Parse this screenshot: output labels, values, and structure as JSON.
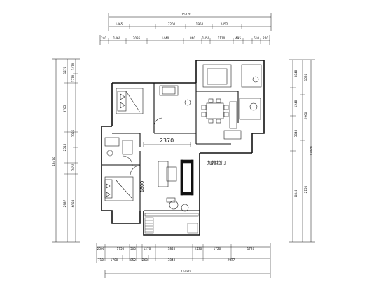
{
  "top_dims": {
    "total": "15470",
    "row1": [
      "1465",
      "3200",
      "1950",
      "2452"
    ],
    "row2": [
      "1460",
      "2035",
      "1440",
      "860",
      "1450",
      "1110",
      "495",
      "610"
    ],
    "left_small": "240",
    "right_small": "240"
  },
  "bottom_dims": {
    "row1": [
      "2500",
      "1750",
      "500",
      "1270",
      "3840",
      "2230",
      "1720",
      "1720"
    ],
    "row2": [
      "710",
      "1700",
      "852",
      "260",
      "3840",
      "2977"
    ],
    "total": "15480"
  },
  "left_dims": {
    "outer": [
      "1270",
      "3705",
      "2545",
      "2987"
    ],
    "inner": [
      "1470",
      "1270",
      "2385",
      "2650",
      "6083"
    ],
    "total": "13470"
  },
  "right_dims": {
    "outer": [
      "3840",
      "1240",
      "3840",
      "8840"
    ],
    "inner": [
      "1520",
      "2960",
      "2150"
    ],
    "total": "13470"
  },
  "annotations": {
    "span_label": "2370",
    "bedroom_label": "1800",
    "door_note": "加推拉门"
  },
  "colors": {
    "ink": "#111111",
    "hatch": "#444444"
  }
}
